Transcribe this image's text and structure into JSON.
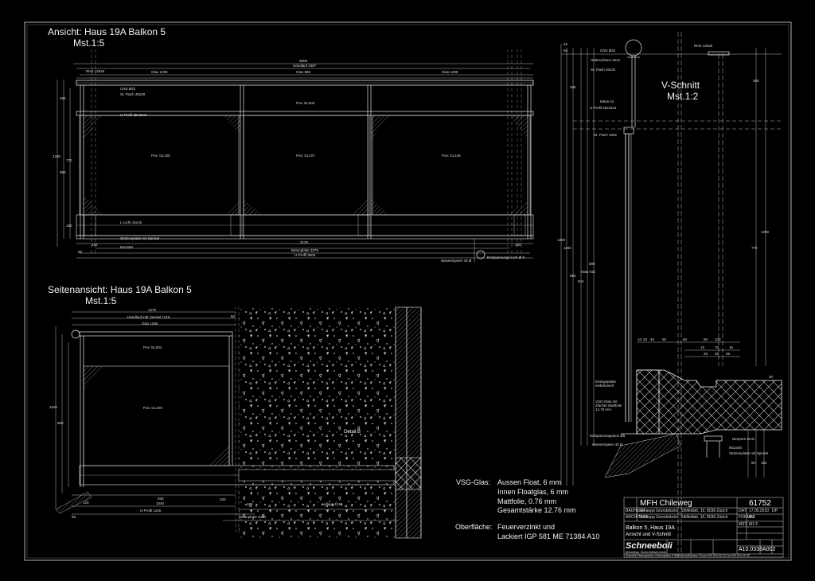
{
  "views": {
    "front": {
      "title": "Ansicht: Haus 19A Balkon 5",
      "scale": "Mst.1:5"
    },
    "side": {
      "title": "Seitenansicht: Haus 19A Balkon 5",
      "scale": "Mst.1:5"
    },
    "section": {
      "title": "V-Schnitt",
      "scale": "Mst.1:2"
    }
  },
  "front_labels": {
    "handlauf": "Handlauf 3487",
    "total_dim": "3505",
    "glas_left": "Glas 1258",
    "glas_mid": "Glas 869",
    "glas_right": "Glas 1258",
    "rhs": "RHS 120x8",
    "cns": "CNS Ø42",
    "st_flach": "St. Flach 40x20",
    "u_profil_small": "U-Profil 25x30x3",
    "pos_top": "Pos: EL003",
    "pos_a": "Pos: GL105",
    "pos_b": "Pos: GL107",
    "pos_c": "Pos: GL106",
    "lucht": "L-Licht 15x15",
    "stuetzenplatte": "Stützenplatte mit Spickel",
    "m12": "M12x50",
    "betonplatte": "Betonplatte 3375",
    "u_profil": "U-Profil 3505",
    "dim_3135": "3135",
    "dim_120a": "120",
    "dim_120b": "120",
    "dim_60": "60",
    "wasserspeier": "Wasserspeier 40 Ø",
    "entspannung": "Entspannungs-loch Ø 8",
    "vdim_1200": "1200",
    "vdim_950": "950",
    "vdim_770": "770",
    "vdim_180": "180",
    "vdim_260": "260"
  },
  "side_labels": {
    "dim_1275": "1275",
    "handlauf": "Handlauf inkl. Deckel 1216",
    "glas": "Glas 1186",
    "pos_top": "Pos: EL001",
    "pos_mid": "Pos: GL100",
    "detail": "Detail B",
    "dim_930": "930",
    "dim_1040": "1040",
    "u_profil": "U-Profil 1225",
    "betonplatte": "Betonplatte 2460",
    "auflage": "Auflage 1130",
    "dim_120": "120",
    "dim_100": "100",
    "dim_180": "180",
    "dim_50": "50",
    "dim_65": "65",
    "dim_1200": "1200",
    "dim_950": "950"
  },
  "section_labels": {
    "cns": "CNS Ø42",
    "rhs": "RHS 120x8",
    "halteschiene": "Halteschiene 3mm",
    "stflach": "St. Flach 40x20",
    "m5": "M5x6 A2",
    "uprofil": "U-Profil 25x33x3",
    "stflach2": "St. Flach 15x5",
    "einlegeplatte": "Einlegeplatte einbetoniert",
    "vsg_note": "VSG-Glas mit 2facher Mattfolie 12.76 mm",
    "entspannung": "Entspannungsloch Ø6",
    "wasserspeier": "Wasserspeier 40 Ø",
    "neopren": "Neopren 5mm",
    "m12": "M12x50",
    "stuetzenplatte": "Stützenplatte mit Spickel",
    "dims_top": [
      "10",
      "20",
      "40",
      "50",
      "60",
      "50",
      "100",
      "15",
      "70",
      "15",
      "25",
      "25",
      "25"
    ],
    "vdims": [
      "1200",
      "1150",
      "950",
      "944",
      "Glas 910",
      "890",
      "770",
      "1200",
      "260",
      "205",
      "65",
      "45",
      "30",
      "80",
      "102"
    ]
  },
  "specs": [
    {
      "label": "VSG-Glas:",
      "lines": [
        "Aussen Float, 6 mm",
        "Innen Floatglas, 6 mm",
        "Mattfolie, 0.76 mm",
        "Gesamtstärke 12.76 mm"
      ]
    },
    {
      "label": "Oberfläche:",
      "lines": [
        "Feuerverzinkt und",
        "Lackiert IGP 581 ME 71384 A10"
      ]
    }
  ],
  "title_block": {
    "project": "MFH Chileweg",
    "job_no": "61752",
    "bauherr_label": "BAUHERR",
    "bauherr": "Schaepp Grundstücke, Sihlfeldstr. 10, 8036 Zürich",
    "architekt_label": "ARCHITEKT",
    "architekt": "Schaepp Grundstücke, Sihlfeldstr. 10, 8036 Zürich",
    "object": "Balkon 5, Haus 19A",
    "subject": "Ansicht und V-Schnitt",
    "date_label": "DAT.",
    "date": "17.05.2010",
    "drawn": "DP",
    "format_label": "FORMAT",
    "format": "A 3",
    "scale_label": "MST.",
    "scale": "M1:5",
    "plan_no": "A10.0338",
    "plan_ver": "A002",
    "company": "Schneeboli",
    "company_sub": "Metallbau  Sicherheitstechnik",
    "footer": "Schnebli Planungsbüro   Gahrargasse 8   8500 Schaffhausen   Phone 052 624 00 04   Fax 052 624 00 05"
  }
}
